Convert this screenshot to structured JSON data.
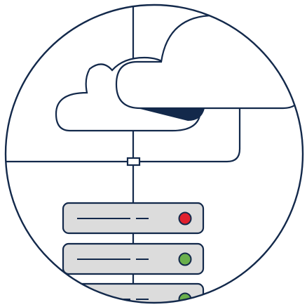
{
  "illustration": {
    "subject": "cloud-server-connection",
    "colors": {
      "line": "#13294b",
      "background": "#ffffff",
      "server_face": "#dcdcdc",
      "accent_fill": "#13294b",
      "status_red": "#e0202e",
      "status_green": "#6ab04c"
    },
    "clouds": [
      {
        "name": "back-cloud"
      },
      {
        "name": "front-cloud"
      }
    ],
    "servers": [
      {
        "name": "server-unit-1",
        "status": "error",
        "status_color": "#e0202e"
      },
      {
        "name": "server-unit-2",
        "status": "online",
        "status_color": "#6ab04c"
      },
      {
        "name": "server-unit-3",
        "status": "online",
        "status_color": "#6ab04c"
      }
    ]
  }
}
